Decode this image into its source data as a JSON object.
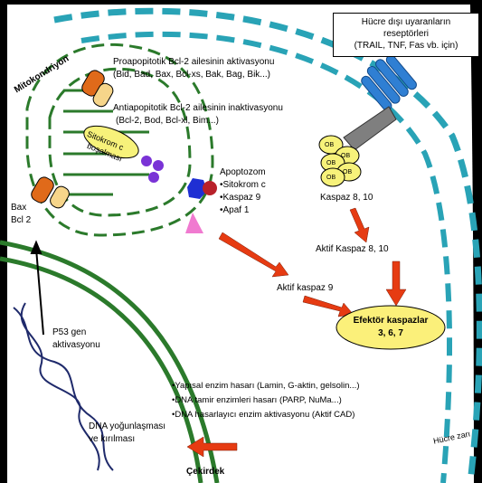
{
  "labels": {
    "mitokondriyon": "Mitokondriyon",
    "pro_title": "Proapopitotik Bcl-2 ailesinin aktivasyonu",
    "pro_list": "(Bid, Bad, Bax, Bcl-xs, Bak, Bag, Bik...)",
    "anti_title": "Antiapopitotik Bcl-2 ailesinin inaktivasyonu",
    "anti_list": "(Bcl-2, Bod, Bcl-xl, Bim...)",
    "sitokrom_line1": "Sitokrom c",
    "sitokrom_line2": "boşalması",
    "bax": "Bax",
    "bcl2": "Bcl 2",
    "apoptozom_title": "Apoptozom",
    "apoptozom_items": [
      "•Sitokrom c",
      "•Kaspaz 9",
      "•Apaf 1"
    ],
    "receptor_box_l1": "Hücre dışı uyaranların",
    "receptor_box_l2": "reseptörleri",
    "receptor_box_l3": "(TRAIL, TNF, Fas vb. için)",
    "ob": "OB",
    "kaspaz_8_10": "Kaspaz 8, 10",
    "aktif_kaspaz_8_10": "Aktif Kaspaz 8, 10",
    "aktif_kaspaz_9": "Aktif kaspaz 9",
    "efektor_l1": "Efektör kaspazlar",
    "efektor_l2": "3, 6, 7",
    "p53_l1": "P53 gen",
    "p53_l2": "aktivasyonu",
    "damage": [
      "•Yapısal enzim hasarı (Lamin, G-aktin, gelsolin...)",
      "•DNA tamir enzimleri hasarı (PARP, NuMa...)",
      "•DNA hasarlayıcı enzim aktivasyonu (Aktif CAD)"
    ],
    "dna_l1": "DNA yoğunlaşması",
    "dna_l2": "ve kırılması",
    "cekirdek": "Çekirdek",
    "hucre_zari": "Hücre zarı"
  },
  "colors": {
    "background": "#000000",
    "membrane": "#29a3b6",
    "mito": "#2b7a2b",
    "arrow": "#e63b12",
    "efektor_fill": "#fbf07a",
    "receptor_blue": "#2f7fd3",
    "ob_fill": "#f7f27a",
    "apaf_pink": "#f07ad0",
    "cyt_purple": "#7a33d6",
    "dna_navy": "#1f2a6b"
  }
}
